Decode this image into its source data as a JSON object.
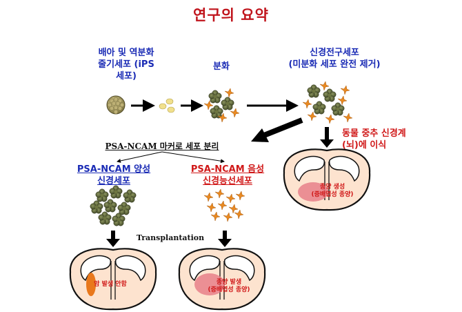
{
  "title": "연구의 요약",
  "stages": {
    "stem_cells": "배아 및 역분화\n줄기세포 (iPS\n세포)",
    "differentiation": "분화",
    "neural_precursor": "신경전구세포\n(미분화 세포 완전 제거)"
  },
  "transplant_label": "동물 중추 신경계\n(뇌)에 이식",
  "sorting_label": "PSA-NCAM 마커로 세포 분리",
  "positive": {
    "name": "PSA-NCAM 양성",
    "cell": "신경세포"
  },
  "negative": {
    "name": "PSA-NCAM 음성",
    "cell": "신경능선세포"
  },
  "transplantation": "Transplantation",
  "outcomes": {
    "no_tumor": "암 발생 안함",
    "tumor_negative": "종양 발생\n(증배엽성 종양)",
    "tumor_right": "종양 생성\n(증배엽성 종양)"
  },
  "colors": {
    "title": "#c0141c",
    "blue_text": "#1a2bb5",
    "red_text": "#d01818",
    "brain_fill": "#fde3cf",
    "brain_ventricle": "#ffffff",
    "tumor": "#e8808a",
    "orange_cells": "#e98a22",
    "neurosphere": "#5b6435",
    "no_tumor_spot": "#e9781c"
  }
}
